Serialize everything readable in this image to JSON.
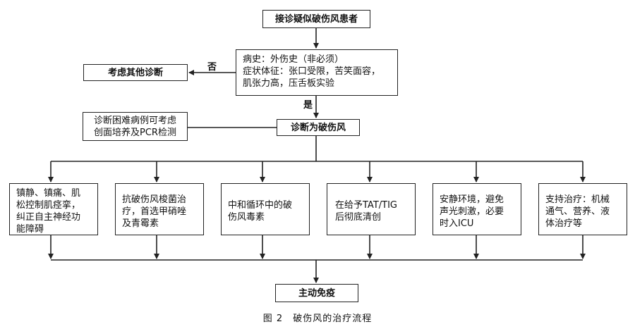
{
  "flowchart": {
    "start": "接诊疑似破伤风患者",
    "criteria": "病史：外伤史（非必须）\n症状体征：张口受限，苦笑面容，\n肌张力高，压舌板实验",
    "no_label": "否",
    "other_dx": "考虑其他诊断",
    "yes_label": "是",
    "difficult": "诊断困难病例可考虑\n创面培养及PCR检测",
    "diagnosis": "诊断为破伤风",
    "treatments": [
      "镇静、镇痛、肌\n松控制肌痉挛，\n纠正自主神经功\n能障碍",
      "抗破伤风梭菌治\n疗，首选甲硝唑\n及青霉素",
      "中和循环中的破\n伤风毒素",
      "在给予TAT/TIG\n后彻底清创",
      "安静环境，避免\n声光刺激，必要\n时入ICU",
      "支持治疗：机械\n通气、营养、液\n体治疗等"
    ],
    "final": "主动免疫"
  },
  "caption": "图 2　破伤风的治疗流程"
}
